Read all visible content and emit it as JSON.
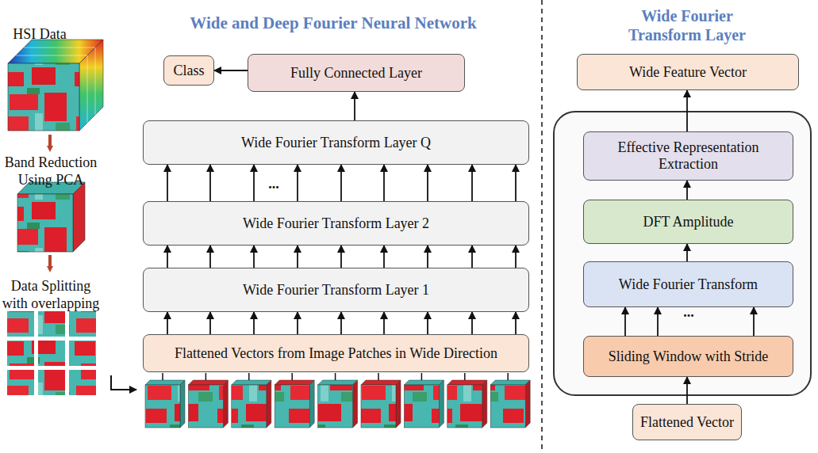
{
  "diagram": {
    "title": "Wide and Deep Fourier Neural Network",
    "nodes": [
      {
        "text": [
          "Class"
        ]
      },
      {
        "text": [
          "Fully Connected Layer"
        ]
      },
      {
        "text": [
          "Wide Fourier Transform Layer Q"
        ]
      },
      {
        "text": [
          "Wide Fourier Transform Layer 2"
        ]
      },
      {
        "text": [
          "Wide Fourier Transform Layer 1"
        ]
      },
      {
        "text": [
          "Flattened Vectors from Image Patches in Wide Direction"
        ]
      },
      {
        "text": [
          "Wide Feature Vector"
        ]
      },
      {
        "text": [
          "Effective Representation Extraction"
        ]
      },
      {
        "text": [
          "DFT Amplitude"
        ]
      },
      {
        "text": [
          "Wide Fourier Transform"
        ]
      },
      {
        "text": [
          "Sliding Window with Stride"
        ]
      },
      {
        "text": [
          "Flattened Vector"
        ]
      }
    ],
    "edges": [
      {
        "from": 1,
        "to": 0,
        "arrow": "to"
      },
      {
        "from": 2,
        "to": 1,
        "arrow": "to"
      },
      {
        "from": 3,
        "to": 2,
        "arrow": "to"
      },
      {
        "from": 3,
        "to": 2,
        "arrow": "to"
      },
      {
        "from": 3,
        "to": 2,
        "arrow": "to"
      },
      {
        "from": 3,
        "to": 2,
        "arrow": "to"
      },
      {
        "from": 3,
        "to": 2,
        "arrow": "to"
      },
      {
        "from": 3,
        "to": 2,
        "arrow": "to"
      },
      {
        "from": 3,
        "to": 2,
        "arrow": "to"
      },
      {
        "from": 3,
        "to": 2,
        "arrow": "to"
      },
      {
        "from": 3,
        "to": 2,
        "arrow": "to"
      },
      {
        "from": 4,
        "to": 3,
        "arrow": "to"
      },
      {
        "from": 4,
        "to": 3,
        "arrow": "to"
      },
      {
        "from": 4,
        "to": 3,
        "arrow": "to"
      },
      {
        "from": 4,
        "to": 3,
        "arrow": "to"
      },
      {
        "from": 4,
        "to": 3,
        "arrow": "to"
      },
      {
        "from": 4,
        "to": 3,
        "arrow": "to"
      },
      {
        "from": 4,
        "to": 3,
        "arrow": "to"
      },
      {
        "from": 4,
        "to": 3,
        "arrow": "to"
      },
      {
        "from": 4,
        "to": 3,
        "arrow": "to"
      },
      {
        "from": 5,
        "to": 4,
        "arrow": "to"
      },
      {
        "from": 5,
        "to": 4,
        "arrow": "to"
      },
      {
        "from": 5,
        "to": 4,
        "arrow": "to"
      },
      {
        "from": 5,
        "to": 4,
        "arrow": "to"
      },
      {
        "from": 5,
        "to": 4,
        "arrow": "to"
      },
      {
        "from": 5,
        "to": 4,
        "arrow": "to"
      },
      {
        "from": 5,
        "to": 4,
        "arrow": "to"
      },
      {
        "from": 5,
        "to": 4,
        "arrow": "to"
      },
      {
        "from": 5,
        "to": 4,
        "arrow": "to"
      },
      {
        "from": 11,
        "to": 10,
        "arrow": "to"
      },
      {
        "from": 10,
        "to": 9,
        "arrow": "to"
      },
      {
        "from": 10,
        "to": 9,
        "arrow": "to"
      },
      {
        "from": 10,
        "to": 9,
        "arrow": "to"
      },
      {
        "from": 9,
        "to": 8,
        "arrow": "to"
      },
      {
        "from": 8,
        "to": 7,
        "arrow": "to"
      },
      {
        "from": 7,
        "to": 6,
        "arrow": "to"
      }
    ],
    "labels": [
      "HSI Data",
      "Band Reduction Using PCA",
      "Data Splitting with overlapping",
      "...",
      "Wide Fourier Transform Layer",
      "..."
    ]
  }
}
